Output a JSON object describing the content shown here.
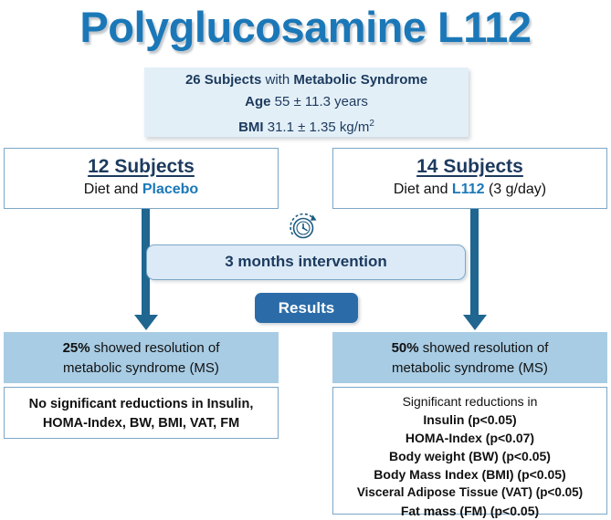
{
  "title": "Polyglucosamine L112",
  "colors": {
    "title_blue": "#1B78B8",
    "navy": "#1C3A5E",
    "arrow_blue": "#1F6690",
    "panel_light": "#E3EFF7",
    "banner_blue": "#A8CCE4",
    "pill_blue": "#DCEAF7",
    "button_blue": "#2B6CA8",
    "border_blue": "#7BA7C7"
  },
  "cohort": {
    "line1_bold1": "26 Subjects",
    "line1_mid": " with ",
    "line1_bold2": "Metabolic Syndrome",
    "line2_label": "Age",
    "line2_value": " 55 ± 11.3 years",
    "line3_label": "BMI",
    "line3_value": " 31.1 ± 1.35 kg/m",
    "line3_sup": "2"
  },
  "arms": [
    {
      "headline": "12 Subjects",
      "sub_prefix": "Diet and ",
      "sub_accent": "Placebo",
      "sub_suffix": ""
    },
    {
      "headline": "14 Subjects",
      "sub_prefix": "Diet and ",
      "sub_accent": "L112",
      "sub_suffix": " (3 g/day)"
    }
  ],
  "intervention": {
    "icon": "clock-timer-icon",
    "label": "3 months intervention"
  },
  "results_button": {
    "label": "Results"
  },
  "outcomes": [
    {
      "banner_bold": "25%",
      "banner_rest": " showed resolution of",
      "banner_line2": "metabolic syndrome (MS)",
      "detail_line1": "No significant reductions in Insulin,",
      "detail_line2": "HOMA-Index, BW, BMI, VAT, FM"
    },
    {
      "banner_bold": "50%",
      "banner_rest": " showed resolution of",
      "banner_line2": "metabolic syndrome (MS)",
      "detail_lead": "Significant reductions in",
      "detail_items": [
        "Insulin (p<0.05)",
        "HOMA-Index (p<0.07)",
        "Body weight (BW) (p<0.05)",
        "Body Mass Index (BMI) (p<0.05)",
        "Visceral Adipose Tissue (VAT) (p<0.05)",
        "Fat mass (FM) (p<0.05)"
      ]
    }
  ]
}
